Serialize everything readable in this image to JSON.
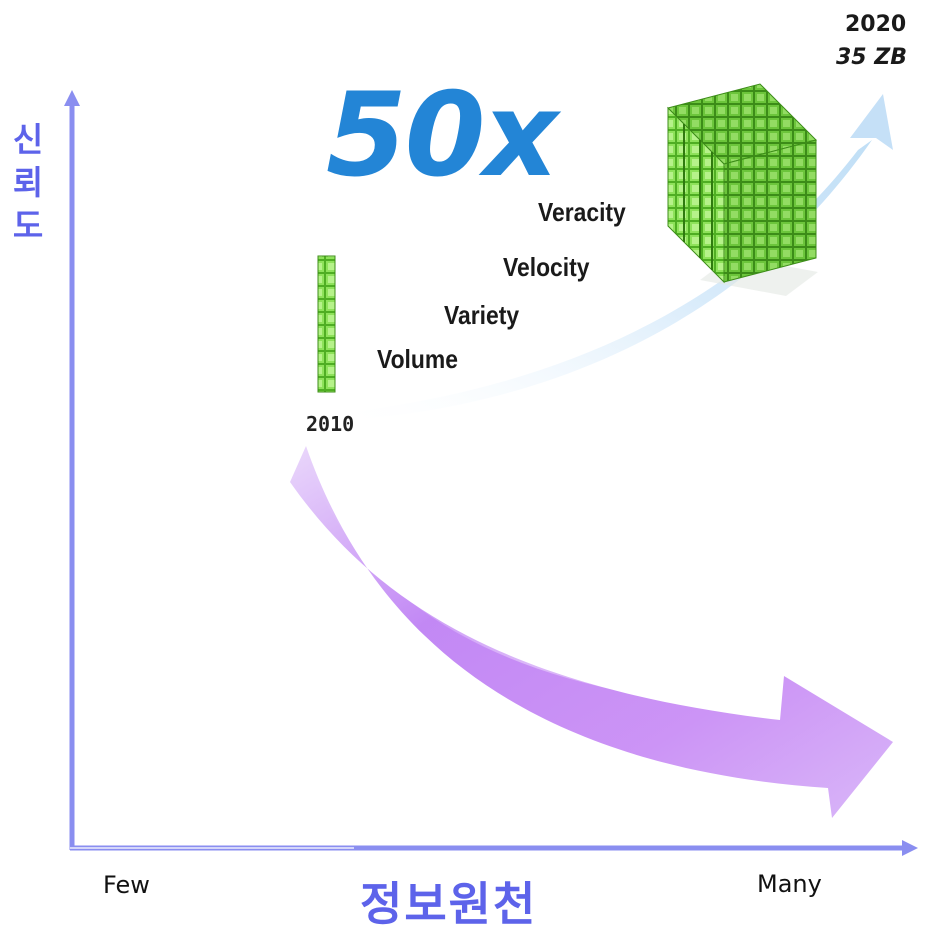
{
  "axes": {
    "y_title_chars": [
      "신",
      "뢰",
      "도"
    ],
    "x_title": "정보원천",
    "x_low_label": "Few",
    "x_high_label": "Many"
  },
  "growth": {
    "multiplier": "50x",
    "start_year": "2010",
    "end_year": "2020",
    "end_volume": "35 ZB",
    "vs_labels": [
      "Veracity",
      "Velocity",
      "Variety",
      "Volume"
    ]
  },
  "colors": {
    "axis": "#8a8ef0",
    "title_text": "#5d63ea",
    "multiplier_text": "#2385d6",
    "cube_green": "#6ecf3c",
    "growth_arrow": "#cfe6f8",
    "trust_arrow": "#b877f2"
  }
}
